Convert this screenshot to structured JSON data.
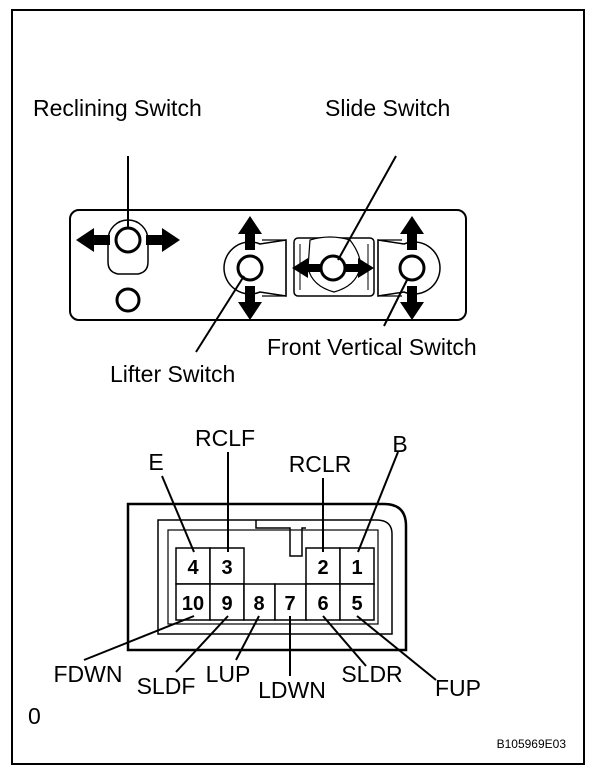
{
  "switch_panel": {
    "labels": {
      "reclining": "Reclining Switch",
      "slide": "Slide Switch",
      "lifter": "Lifter Switch",
      "front_vertical": "Front Vertical Switch"
    }
  },
  "connector": {
    "pins": [
      {
        "number": "4",
        "signal": "E"
      },
      {
        "number": "3",
        "signal": "RCLF"
      },
      {
        "number": "2",
        "signal": "RCLR"
      },
      {
        "number": "1",
        "signal": "B"
      },
      {
        "number": "10",
        "signal": "FDWN"
      },
      {
        "number": "9",
        "signal": "SLDF"
      },
      {
        "number": "8",
        "signal": "LUP"
      },
      {
        "number": "7",
        "signal": "LDWN"
      },
      {
        "number": "6",
        "signal": "SLDR"
      },
      {
        "number": "5",
        "signal": "FUP"
      }
    ]
  },
  "corner_mark": "0",
  "figure_id": "B105969E03"
}
